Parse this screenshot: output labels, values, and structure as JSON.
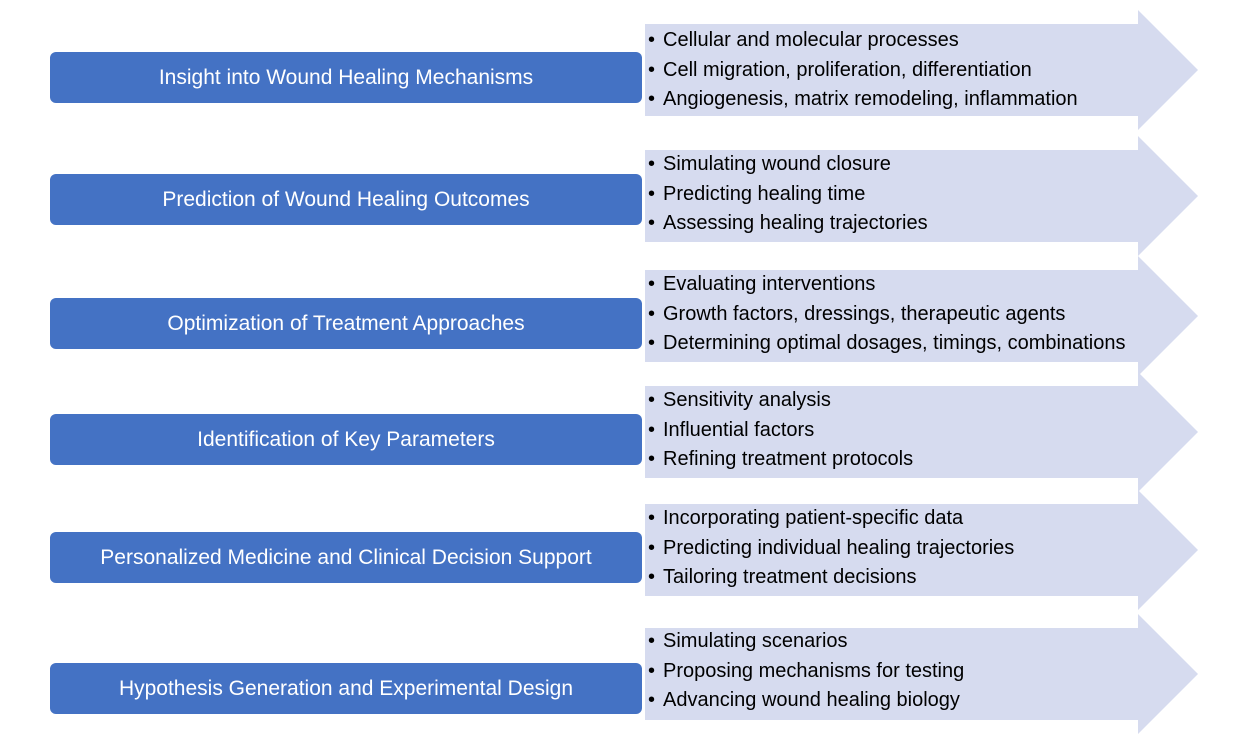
{
  "colors": {
    "label_box": "#4472c4",
    "arrow": "#d6dbef",
    "label_text": "#ffffff",
    "bullet_text": "#000000"
  },
  "bullet_symbol": "•",
  "rows": [
    {
      "label": "Insight into Wound Healing Mechanisms",
      "bullets": [
        "Cellular and molecular processes",
        "Cell migration, proliferation, differentiation",
        "Angiogenesis, matrix remodeling, inflammation"
      ]
    },
    {
      "label": "Prediction of Wound Healing Outcomes",
      "bullets": [
        "Simulating wound closure",
        "Predicting healing time",
        "Assessing healing trajectories"
      ]
    },
    {
      "label": "Optimization of Treatment Approaches",
      "bullets": [
        "Evaluating interventions",
        "Growth factors, dressings, therapeutic agents",
        "Determining optimal dosages, timings, combinations"
      ]
    },
    {
      "label": "Identification of Key Parameters",
      "bullets": [
        "Sensitivity analysis",
        "Influential factors",
        "Refining treatment protocols"
      ]
    },
    {
      "label": "Personalized Medicine and Clinical Decision Support",
      "bullets": [
        "Incorporating patient-specific data",
        "Predicting individual healing trajectories",
        "Tailoring treatment decisions"
      ]
    },
    {
      "label": "Hypothesis Generation and Experimental Design",
      "bullets": [
        "Simulating scenarios",
        "Proposing mechanisms for testing",
        "Advancing wound healing biology"
      ]
    }
  ]
}
